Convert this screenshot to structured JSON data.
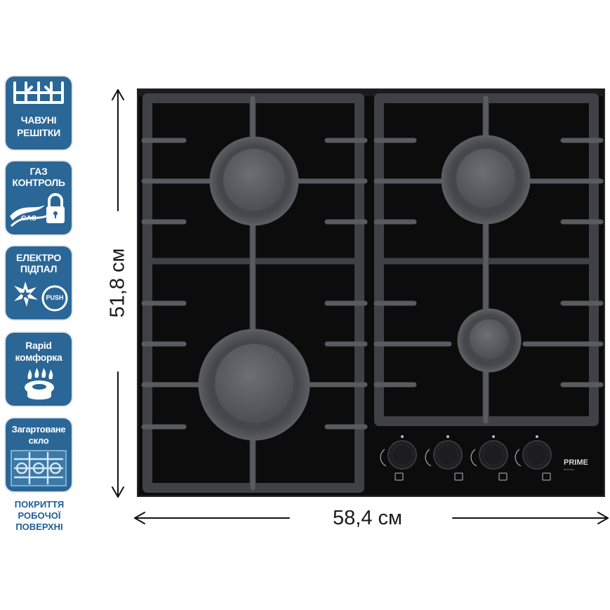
{
  "badges": [
    {
      "line1": "ЧАВУНІ",
      "line2": "РЕШІТКИ",
      "icon": "grate-icon"
    },
    {
      "line1": "ГАЗ",
      "line2": "КОНТРОЛЬ",
      "icon": "gas-lock-icon",
      "icon_text": "GAS"
    },
    {
      "line1": "ЕЛЕКТРО",
      "line2": "ПІДПАЛ",
      "icon": "spark-push-icon",
      "icon_text": "PUSH"
    },
    {
      "line1": "Rapid",
      "line2": "комфорка",
      "icon": "rapid-burner-icon"
    },
    {
      "line1": "Загартоване",
      "line2": "скло",
      "icon": "tempered-glass-icon"
    }
  ],
  "surface_caption": [
    "ПОКРИТТЯ",
    "РОБОЧОЇ",
    "ПОВЕРХНІ"
  ],
  "dimensions": {
    "height": "51,8 см",
    "width": "58,4 см"
  },
  "brand": {
    "name": "PRIME",
    "sub": "technics"
  },
  "colors": {
    "badge": "#2a6797",
    "glass": "#0c0c0d",
    "grate": "#3f4044",
    "burner": "#5c5e63"
  }
}
